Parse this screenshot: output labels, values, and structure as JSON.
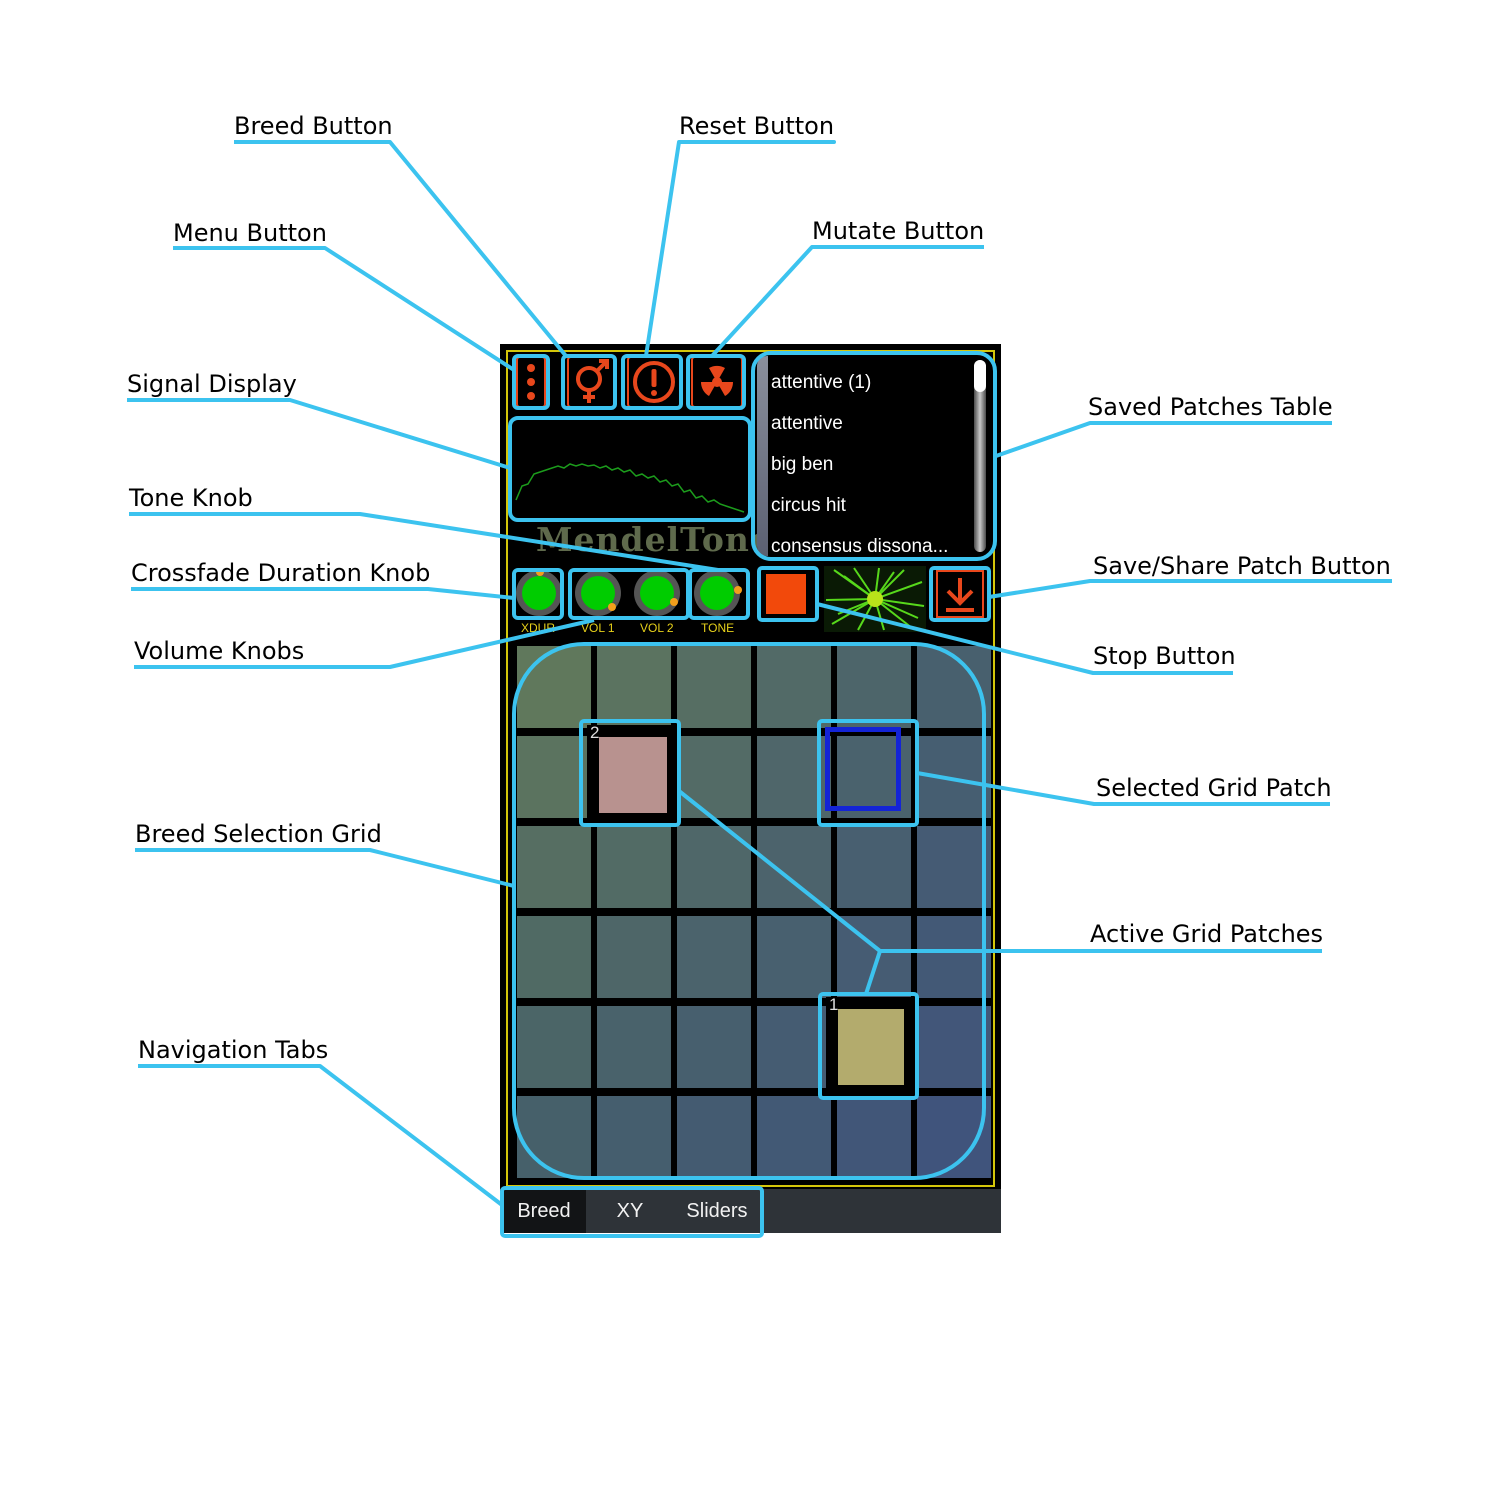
{
  "callouts": {
    "breed_button": "Breed Button",
    "reset_button": "Reset Button",
    "menu_button": "Menu Button",
    "mutate_button": "Mutate Button",
    "signal_display": "Signal Display",
    "saved_patches_table": "Saved Patches Table",
    "tone_knob": "Tone Knob",
    "crossfade_knob": "Crossfade Duration Knob",
    "save_share_button": "Save/Share Patch Button",
    "volume_knobs": "Volume Knobs",
    "stop_button": "Stop Button",
    "selected_grid_patch": "Selected Grid Patch",
    "breed_selection_grid": "Breed Selection Grid",
    "active_grid_patches": "Active Grid Patches",
    "navigation_tabs": "Navigation Tabs"
  },
  "app": {
    "logo": "MendelTone",
    "accent_color": "#e8471c",
    "frame_color": "#d4c60a",
    "patches": [
      "attentive (1)",
      "attentive",
      "big ben",
      "circus hit",
      "consensus dissona..."
    ],
    "knobs": [
      {
        "label": "XDUR"
      },
      {
        "label": "VOL 1"
      },
      {
        "label": "VOL 2"
      },
      {
        "label": "TONE"
      }
    ],
    "grid": {
      "rows": 6,
      "cols": 6,
      "patch_1_label": "1",
      "patch_2_label": "2",
      "patch_1_color": "#b3ab6d",
      "patch_2_color": "#b8928f",
      "selected_color": "#1424d6"
    },
    "tabs": [
      "Breed",
      "XY",
      "Sliders"
    ],
    "active_tab": "Breed"
  }
}
